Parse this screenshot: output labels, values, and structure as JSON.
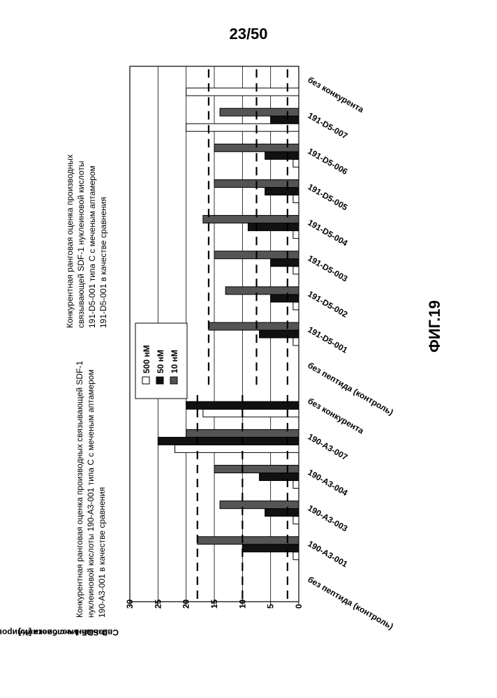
{
  "page": {
    "page_number": "23/50",
    "figure_label": "ФИГ.19"
  },
  "chart_data": {
    "type": "bar",
    "orientation": "rotated 90 degrees counter-clockwise",
    "ylabel_lines": [
      "Связывание с биотинилированным",
      "D-SDF-1 человека [%]"
    ],
    "ylim": [
      0,
      30
    ],
    "yticks": [
      0,
      5,
      10,
      15,
      20,
      25,
      30
    ],
    "grid": true,
    "legend": {
      "placement": "center",
      "entries": [
        {
          "label": "500 нМ",
          "color": "#ffffff"
        },
        {
          "label": "50 нМ",
          "color": "#111111"
        },
        {
          "label": "10 нМ",
          "color": "#555555"
        }
      ]
    },
    "series": [
      {
        "name": "500 нМ",
        "color": "#ffffff",
        "values": [
          0,
          1,
          1,
          1,
          22,
          17,
          0,
          1,
          1,
          1,
          1,
          1,
          1,
          20
        ]
      },
      {
        "name": "50 нМ",
        "color": "#111111",
        "values": [
          0,
          10,
          6,
          7,
          25,
          20,
          0,
          7,
          5,
          5,
          9,
          6,
          6,
          5
        ]
      },
      {
        "name": "10 нМ",
        "color": "#555555",
        "values": [
          0,
          18,
          14,
          15,
          20,
          0,
          0,
          16,
          13,
          15,
          17,
          15,
          15,
          14
        ]
      }
    ],
    "categories": [
      "без пептида (контроль)",
      "190-A3-001",
      "190-A3-003",
      "190-A3-004",
      "190-A3-007",
      "без конкурента",
      "без пептида (контроль)",
      "191-D5-001",
      "191-D5-002",
      "191-D5-003",
      "191-D5-004",
      "191-D5-005",
      "191-D5-006",
      "191-D5-007"
    ],
    "extra_category": "без конкурента",
    "extra_category_values": [
      20,
      0,
      0
    ],
    "groups": [
      {
        "title_lines": [
          "Конкурентная ранговая оценка производных связывающей SDF-1",
          "нуклеиновой кислоты 190-A3-001 типа C с меченым аптамером",
          "190-A3-001 в качестве сравнения"
        ],
        "reference_lines": [
          18,
          10,
          2
        ]
      },
      {
        "title_lines": [
          "Конкурентная ранговая оценка производных",
          "связывающей SDF-1 нуклеиновой кислоты",
          "191-D5-001 типа C с меченым аптамером",
          "191-D5-001 в качестве сравнения"
        ],
        "reference_lines": [
          16,
          7.5,
          2
        ]
      }
    ]
  }
}
